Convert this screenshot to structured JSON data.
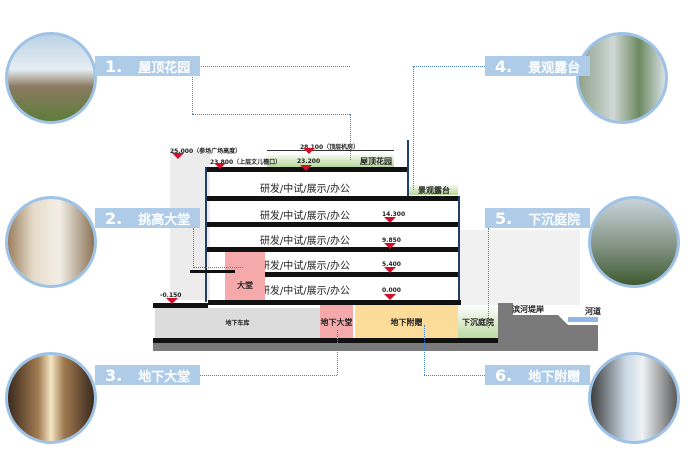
{
  "callouts": [
    {
      "num": "1.",
      "label": "屋顶花园"
    },
    {
      "num": "2.",
      "label": "挑高大堂"
    },
    {
      "num": "3.",
      "label": "地下大堂"
    },
    {
      "num": "4.",
      "label": "景观露台"
    },
    {
      "num": "5.",
      "label": "下沉庭院"
    },
    {
      "num": "6.",
      "label": "地下附赠"
    }
  ],
  "section": {
    "floors": [
      "研发/中试/展示/办公",
      "研发/中试/展示/办公",
      "研发/中试/展示/办公",
      "研发/中试/展示/办公",
      "研发/中试/展示/办公"
    ],
    "elevations": {
      "e25000": "25.000（参场广场高度）",
      "e23800": "23.800（上层文儿檐口）",
      "e28100": "28.100（顶层机房）",
      "e23200": "23.200",
      "e14300": "14.300",
      "e9850": "9.850",
      "e5400": "5.400",
      "e0000": "0.000",
      "em0150": "-0.150"
    },
    "spaces": {
      "roof_garden": "屋顶花园",
      "terrace": "景观露台",
      "lobby": "大堂",
      "garage": "地下车库",
      "basement_lobby": "地下大堂",
      "basement_extra": "地下附赠",
      "sunken_court": "下沉庭院",
      "riverbank": "滨河堤岸",
      "river": "河道"
    }
  }
}
